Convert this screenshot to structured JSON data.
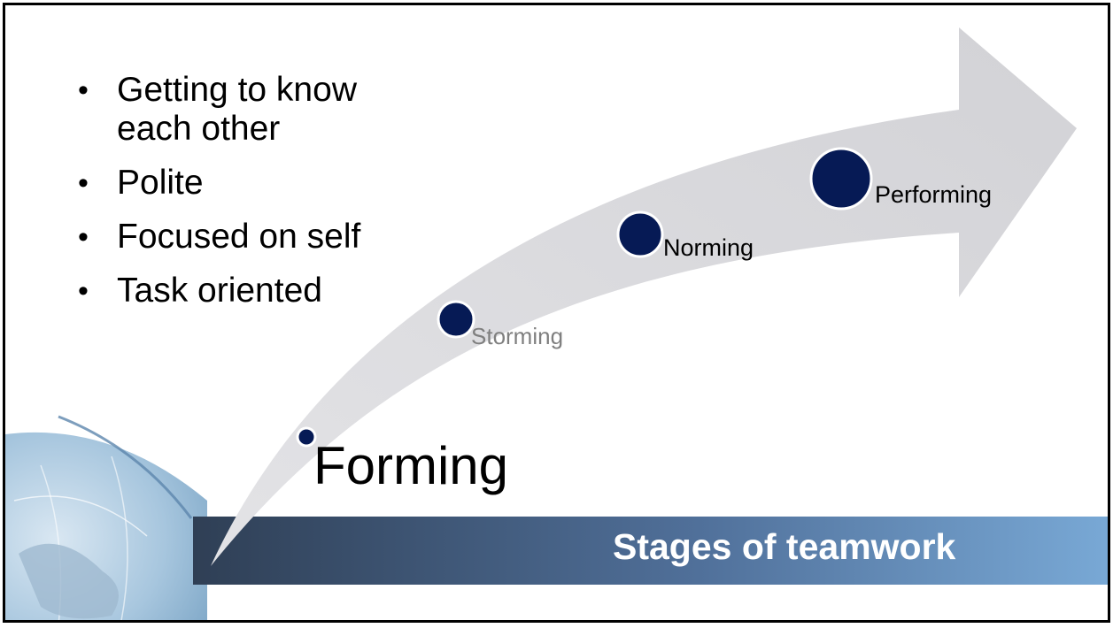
{
  "slide": {
    "title": "Stages of teamwork",
    "bullets": [
      {
        "marker": "•",
        "text_lines": [
          "Getting to know",
          "each other"
        ]
      },
      {
        "marker": "•",
        "text_lines": [
          "Polite"
        ]
      },
      {
        "marker": "•",
        "text_lines": [
          "Focused on self"
        ]
      },
      {
        "marker": "•",
        "text_lines": [
          "Task oriented"
        ]
      }
    ],
    "stages": [
      {
        "label": "Forming",
        "color": "#000000"
      },
      {
        "label": "Storming",
        "color": "#7f7f7f"
      },
      {
        "label": "Norming",
        "color": "#000000"
      },
      {
        "label": "Performing",
        "color": "#000000"
      }
    ]
  },
  "colors": {
    "arrow_fill": "#d6d6d9",
    "circle_fill": "#061a55",
    "circle_stroke": "#ffffff",
    "banner_left": "#2f3f55",
    "banner_right": "#79a9d6",
    "globe": "#8fb8d4"
  },
  "icons": {
    "logo": "globe-graphic"
  }
}
